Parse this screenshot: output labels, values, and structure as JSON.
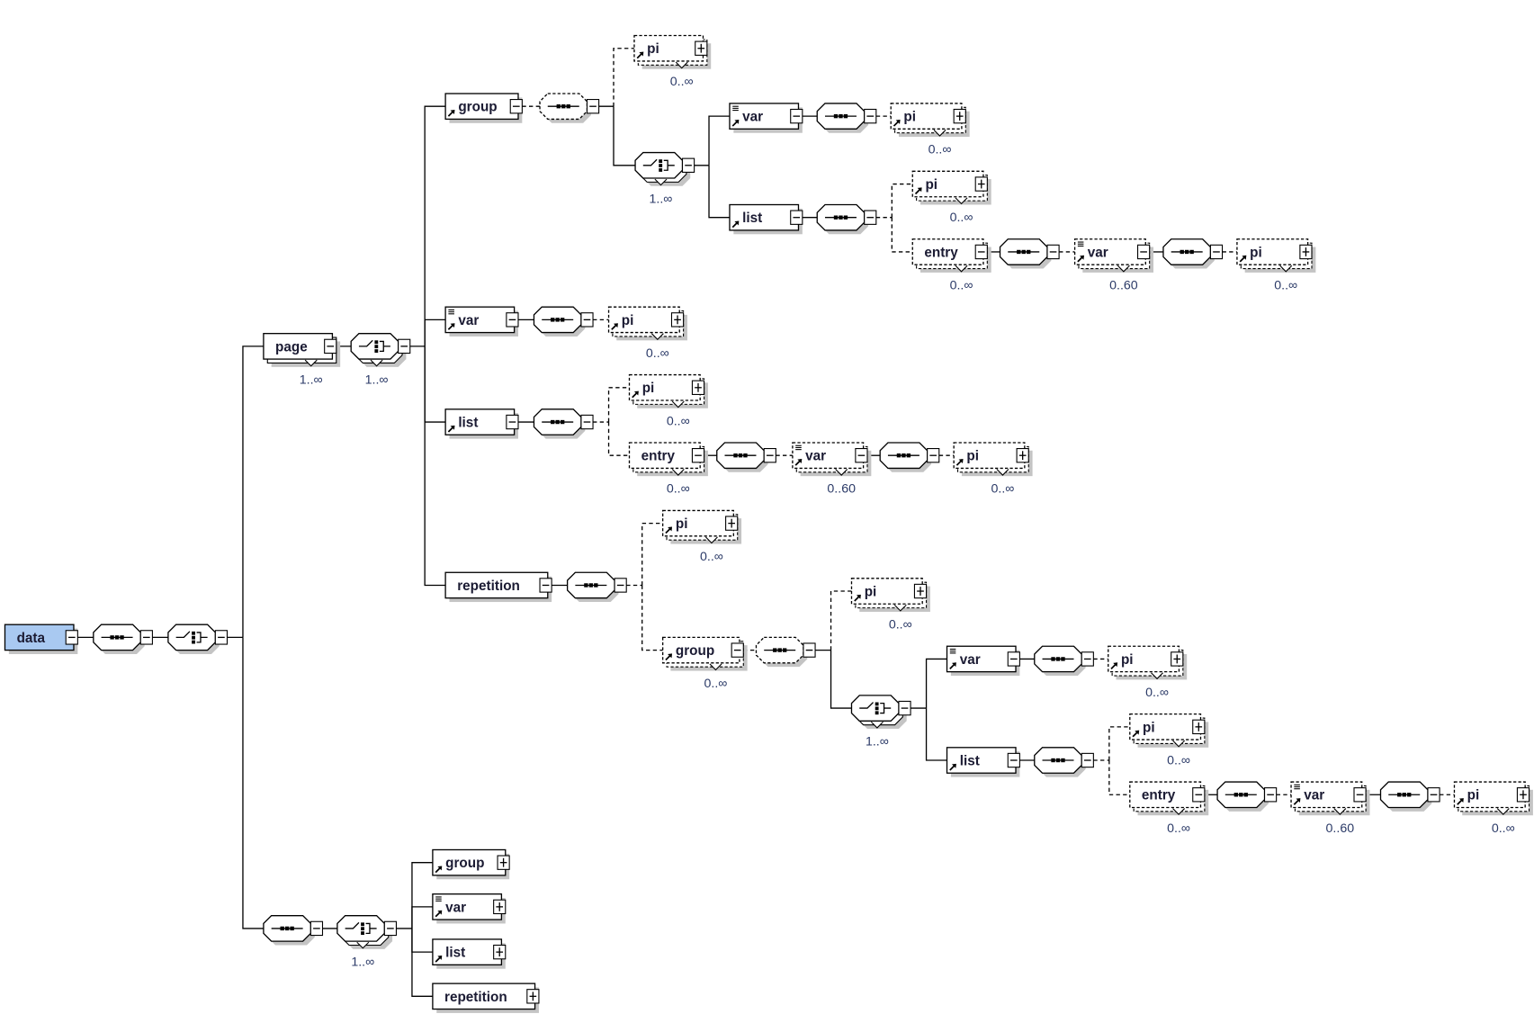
{
  "diagram": {
    "root_label": "data",
    "nodes": [
      {
        "kind": "element",
        "label": "data",
        "expanded": true,
        "selected": true,
        "children": [
          1
        ]
      },
      {
        "kind": "sequence",
        "expanded": true,
        "children": [
          2
        ]
      },
      {
        "kind": "choice",
        "expanded": true,
        "children": [
          3,
          49
        ]
      },
      {
        "kind": "element",
        "label": "page",
        "occurs": "1..∞",
        "expanded": true,
        "children": [
          4
        ]
      },
      {
        "kind": "choice",
        "occurs": "1..∞",
        "expanded": true,
        "children": [
          5,
          20,
          23,
          31
        ]
      },
      {
        "kind": "element",
        "label": "group",
        "ref": true,
        "expanded": true,
        "children": [
          6
        ]
      },
      {
        "kind": "sequence",
        "optional": true,
        "expanded": true,
        "children": [
          7,
          8
        ]
      },
      {
        "kind": "element",
        "label": "pi",
        "ref": true,
        "optional": true,
        "occurs": "0..∞",
        "expanded": false
      },
      {
        "kind": "choice",
        "occurs": "1..∞",
        "expanded": true,
        "children": [
          9,
          12
        ]
      },
      {
        "kind": "element",
        "label": "var",
        "ref": true,
        "simple": true,
        "expanded": true,
        "children": [
          10
        ]
      },
      {
        "kind": "sequence",
        "expanded": true,
        "children": [
          11
        ]
      },
      {
        "kind": "element",
        "label": "pi",
        "ref": true,
        "optional": true,
        "occurs": "0..∞",
        "expanded": false
      },
      {
        "kind": "element",
        "label": "list",
        "ref": true,
        "expanded": true,
        "children": [
          13
        ]
      },
      {
        "kind": "sequence",
        "expanded": true,
        "children": [
          14,
          15
        ]
      },
      {
        "kind": "element",
        "label": "pi",
        "ref": true,
        "optional": true,
        "occurs": "0..∞",
        "expanded": false
      },
      {
        "kind": "element",
        "label": "entry",
        "optional": true,
        "occurs": "0..∞",
        "expanded": true,
        "children": [
          16
        ]
      },
      {
        "kind": "sequence",
        "expanded": true,
        "children": [
          17
        ]
      },
      {
        "kind": "element",
        "label": "var",
        "ref": true,
        "simple": true,
        "optional": true,
        "occurs": "0..60",
        "expanded": true,
        "children": [
          18
        ]
      },
      {
        "kind": "sequence",
        "expanded": true,
        "children": [
          19
        ]
      },
      {
        "kind": "element",
        "label": "pi",
        "ref": true,
        "optional": true,
        "occurs": "0..∞",
        "expanded": false
      },
      {
        "kind": "element",
        "label": "var",
        "ref": true,
        "simple": true,
        "expanded": true,
        "children": [
          21
        ]
      },
      {
        "kind": "sequence",
        "expanded": true,
        "children": [
          22
        ]
      },
      {
        "kind": "element",
        "label": "pi",
        "ref": true,
        "optional": true,
        "occurs": "0..∞",
        "expanded": false
      },
      {
        "kind": "element",
        "label": "list",
        "ref": true,
        "expanded": true,
        "children": [
          24
        ]
      },
      {
        "kind": "sequence",
        "expanded": true,
        "children": [
          25,
          26
        ]
      },
      {
        "kind": "element",
        "label": "pi",
        "ref": true,
        "optional": true,
        "occurs": "0..∞",
        "expanded": false
      },
      {
        "kind": "element",
        "label": "entry",
        "optional": true,
        "occurs": "0..∞",
        "expanded": true,
        "children": [
          27
        ]
      },
      {
        "kind": "sequence",
        "expanded": true,
        "children": [
          28
        ]
      },
      {
        "kind": "element",
        "label": "var",
        "ref": true,
        "simple": true,
        "optional": true,
        "occurs": "0..60",
        "expanded": true,
        "children": [
          29
        ]
      },
      {
        "kind": "sequence",
        "expanded": true,
        "children": [
          30
        ]
      },
      {
        "kind": "element",
        "label": "pi",
        "ref": true,
        "optional": true,
        "occurs": "0..∞",
        "expanded": false
      },
      {
        "kind": "element",
        "label": "repetition",
        "expanded": true,
        "children": [
          32
        ]
      },
      {
        "kind": "sequence",
        "expanded": true,
        "children": [
          33,
          34
        ]
      },
      {
        "kind": "element",
        "label": "pi",
        "ref": true,
        "optional": true,
        "occurs": "0..∞",
        "expanded": false
      },
      {
        "kind": "element",
        "label": "group",
        "ref": true,
        "optional": true,
        "occurs": "0..∞",
        "expanded": true,
        "children": [
          35
        ]
      },
      {
        "kind": "sequence",
        "optional": true,
        "expanded": true,
        "children": [
          36,
          37
        ]
      },
      {
        "kind": "element",
        "label": "pi",
        "ref": true,
        "optional": true,
        "occurs": "0..∞",
        "expanded": false
      },
      {
        "kind": "choice",
        "occurs": "1..∞",
        "expanded": true,
        "children": [
          38,
          41
        ]
      },
      {
        "kind": "element",
        "label": "var",
        "ref": true,
        "simple": true,
        "expanded": true,
        "children": [
          39
        ]
      },
      {
        "kind": "sequence",
        "expanded": true,
        "children": [
          40
        ]
      },
      {
        "kind": "element",
        "label": "pi",
        "ref": true,
        "optional": true,
        "occurs": "0..∞",
        "expanded": false
      },
      {
        "kind": "element",
        "label": "list",
        "ref": true,
        "expanded": true,
        "children": [
          42
        ]
      },
      {
        "kind": "sequence",
        "expanded": true,
        "children": [
          43,
          44
        ]
      },
      {
        "kind": "element",
        "label": "pi",
        "ref": true,
        "optional": true,
        "occurs": "0..∞",
        "expanded": false
      },
      {
        "kind": "element",
        "label": "entry",
        "optional": true,
        "occurs": "0..∞",
        "expanded": true,
        "children": [
          45
        ]
      },
      {
        "kind": "sequence",
        "expanded": true,
        "children": [
          46
        ]
      },
      {
        "kind": "element",
        "label": "var",
        "ref": true,
        "simple": true,
        "optional": true,
        "occurs": "0..60",
        "expanded": true,
        "children": [
          47
        ]
      },
      {
        "kind": "sequence",
        "expanded": true,
        "children": [
          48
        ]
      },
      {
        "kind": "element",
        "label": "pi",
        "ref": true,
        "optional": true,
        "occurs": "0..∞",
        "expanded": false
      },
      {
        "kind": "sequence",
        "expanded": true,
        "children": [
          50
        ]
      },
      {
        "kind": "choice",
        "occurs": "1..∞",
        "expanded": true,
        "children": [
          51,
          52,
          53,
          54
        ]
      },
      {
        "kind": "element",
        "label": "group",
        "ref": true,
        "expanded": false
      },
      {
        "kind": "element",
        "label": "var",
        "ref": true,
        "simple": true,
        "expanded": false
      },
      {
        "kind": "element",
        "label": "list",
        "ref": true,
        "expanded": false
      },
      {
        "kind": "element",
        "label": "repetition",
        "expanded": false
      }
    ]
  },
  "colors": {
    "selected_fill": "#a9c9f1",
    "shadow": "#c4c4c4",
    "line": "#000000"
  }
}
